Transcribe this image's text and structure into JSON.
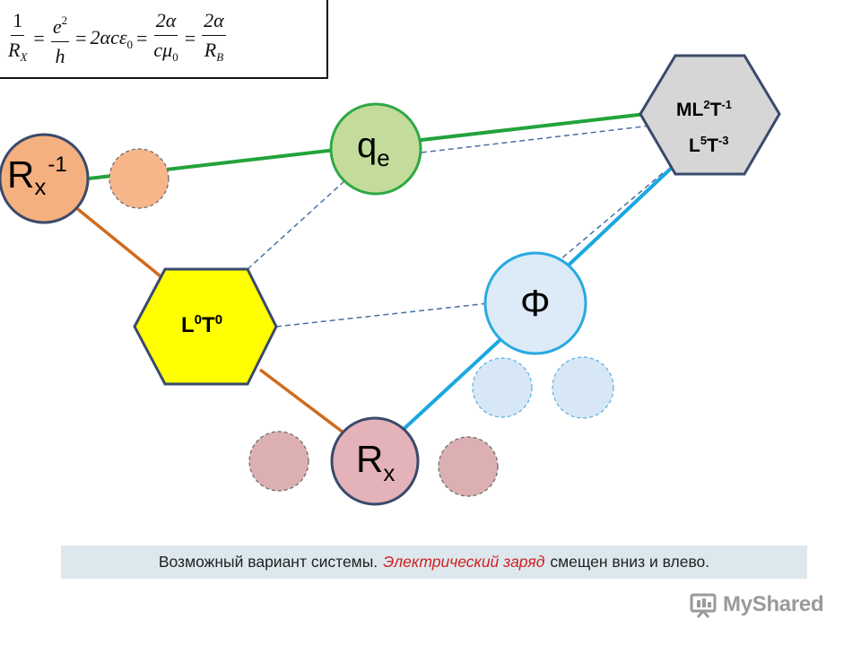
{
  "formula": {
    "lhs_num": "1",
    "lhs_den_main": "R",
    "lhs_den_sub": "X",
    "t2_num_main": "e",
    "t2_num_sup": "2",
    "t2_den": "h",
    "t3_main": "2αcε",
    "t3_sub": "0",
    "t4_num": "2α",
    "t4_den_main": "cμ",
    "t4_den_sub": "0",
    "t5_num": "2α",
    "t5_den_main": "R",
    "t5_den_sub": "B",
    "eq": "="
  },
  "nodes": {
    "rx_inv": {
      "main": "R",
      "sub": "x",
      "sup": "-1"
    },
    "qe": {
      "main": "q",
      "sub": "e"
    },
    "hex_ml": {
      "line1_a": "ML",
      "line1_b": "2",
      "line1_c": "T",
      "line1_d": "-1",
      "line2_a": "L",
      "line2_b": "5",
      "line2_c": "T",
      "line2_d": "-3"
    },
    "hex_l0t0": {
      "a": "L",
      "b": "0",
      "c": "T",
      "d": "0"
    },
    "phi": {
      "main": "Φ"
    },
    "rx": {
      "main": "R",
      "sub": "x"
    }
  },
  "caption": {
    "before": "Возможный вариант системы.",
    "highlight": "Электрический заряд",
    "after": "смещен вниз и влево."
  },
  "watermark": {
    "text": "MyShared"
  },
  "colors": {
    "green_line": "#22a33a",
    "orange_line": "#d06a1c",
    "blue_line": "#1aa7e0",
    "dashed_line": "#4a6fa5",
    "node_stroke": "#3a4a6b",
    "rx_inv_fill": "#f5b07f",
    "qe_fill": "#c3dc9c",
    "qe_stroke": "#2fa845",
    "hex_ml_fill": "#d6d6d6",
    "hex_l0t0_fill": "#ffff00",
    "phi_fill": "#dcebf7",
    "phi_stroke": "#29a9e0",
    "rx_fill": "#e3b3b9",
    "ghost_orange": "#f6b68a",
    "ghost_blue": "#d8e7f6",
    "ghost_pink": "#dcb0b2"
  }
}
